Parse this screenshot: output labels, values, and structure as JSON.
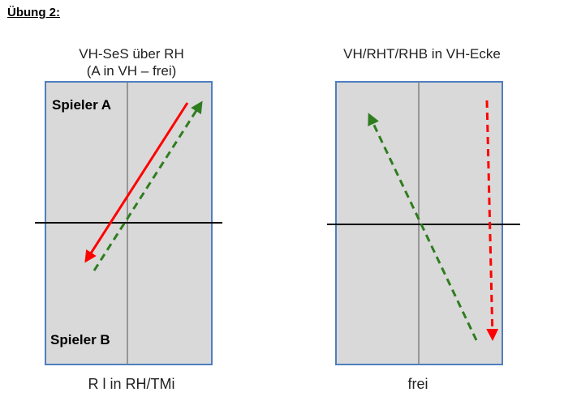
{
  "heading": "Übung 2:",
  "left_diagram": {
    "caption_line1": "VH-SeS über RH",
    "caption_line2": "(A in VH – frei)",
    "player_top": "Spieler A",
    "player_bottom": "Spieler B",
    "footer": "R l in RH/TMi"
  },
  "right_diagram": {
    "caption_line1": "VH/RHT/RHB in VH-Ecke",
    "footer": "frei"
  },
  "colors": {
    "court_fill": "#d9d9d9",
    "court_border": "#4f7fbf",
    "center_line": "#808080",
    "net": "#000000",
    "red": "#ff0000",
    "green": "#2e7d1e"
  }
}
